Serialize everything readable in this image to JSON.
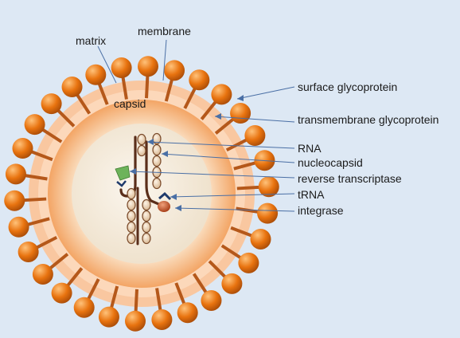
{
  "labels": {
    "matrix": "matrix",
    "membrane": "membrane",
    "capsid": "capsid",
    "surface_glycoprotein": "surface glycoprotein",
    "transmembrane_glycoprotein": "transmembrane glycoprotein",
    "rna": "RNA",
    "nucleocapsid": "nucleocapsid",
    "reverse_transcriptase": "reverse transcriptase",
    "trna": "tRNA",
    "integrase": "integrase"
  },
  "colors": {
    "background": "#dde8f4",
    "membrane_outer": "#f9c49a",
    "matrix_layer": "#fbd5b4",
    "capsid_shell": "#f4a96d",
    "core": "#f7efe2",
    "spike_head": "#e8730f",
    "spike_stalk": "#b5581a",
    "rna_strand": "#5a2e1a",
    "nucleocapsid_bead": "#efd9bf",
    "reverse_transcriptase": "#6db35a",
    "integrase": "#c8542b",
    "pointer_line": "#4a6fa5"
  }
}
